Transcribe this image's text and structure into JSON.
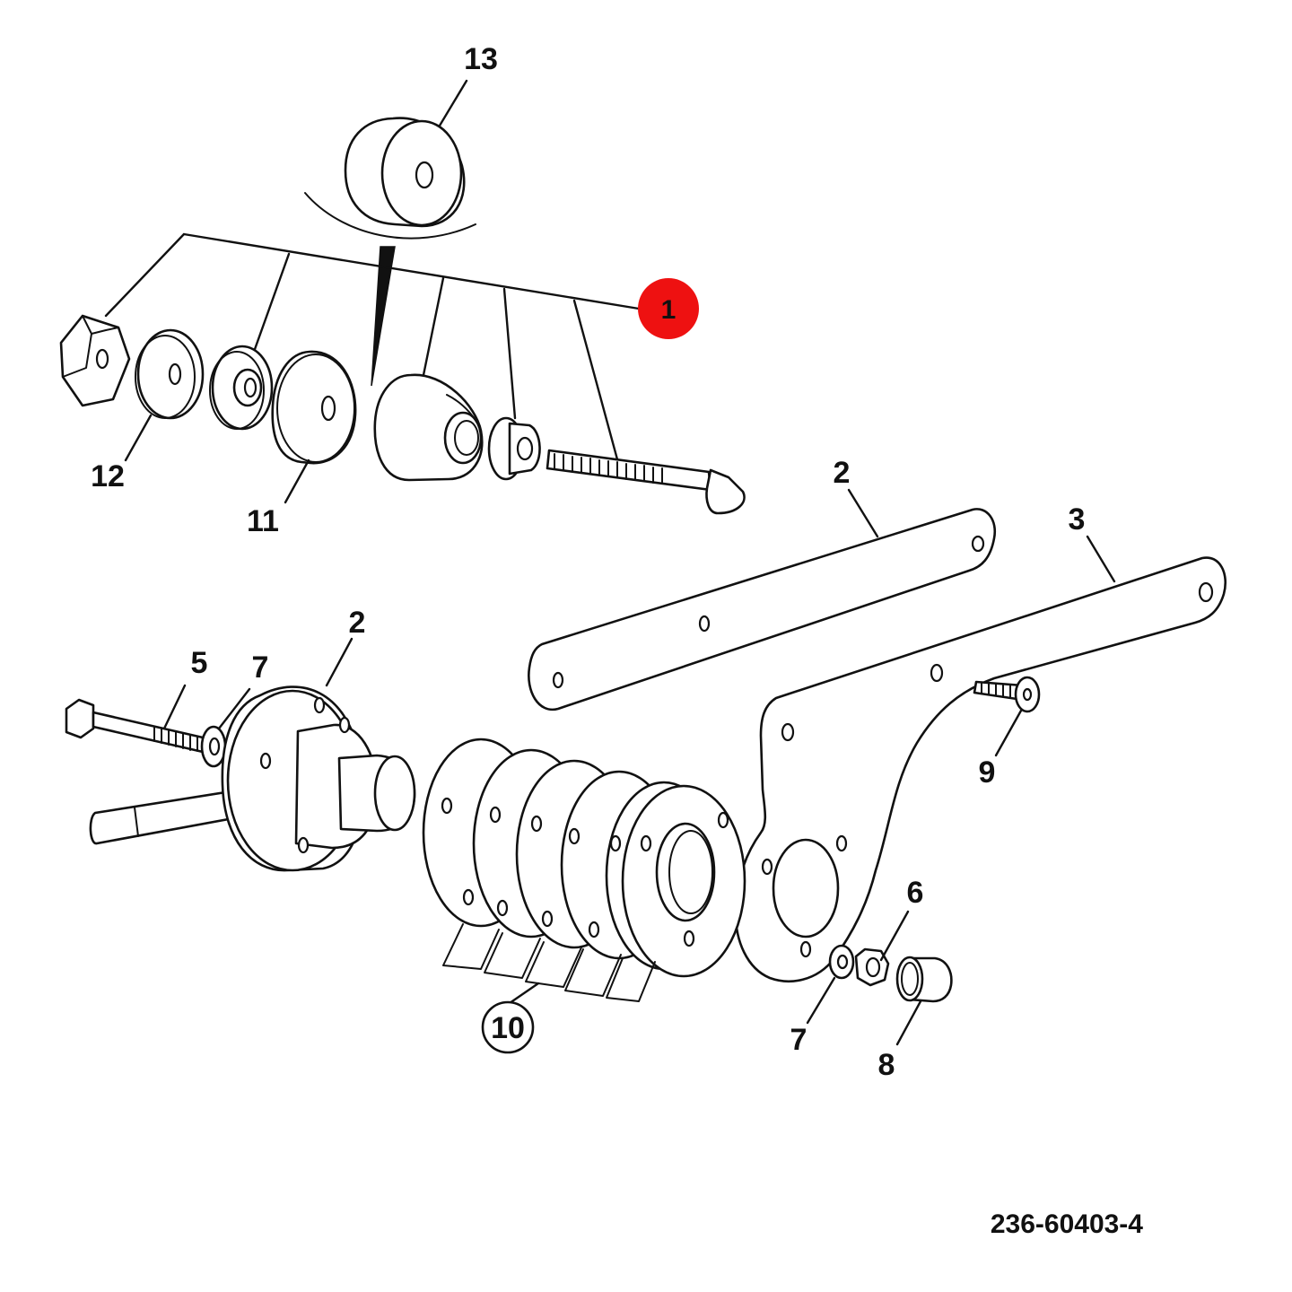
{
  "callouts": {
    "c1": "1",
    "c2a": "2",
    "c2b": "2",
    "c3": "3",
    "c5": "5",
    "c6": "6",
    "c7a": "7",
    "c7b": "7",
    "c8": "8",
    "c9": "9",
    "c10": "10",
    "c11": "11",
    "c12": "12",
    "c13": "13"
  },
  "highlight_color": "#ee1111",
  "document_number": "236-60403-4"
}
